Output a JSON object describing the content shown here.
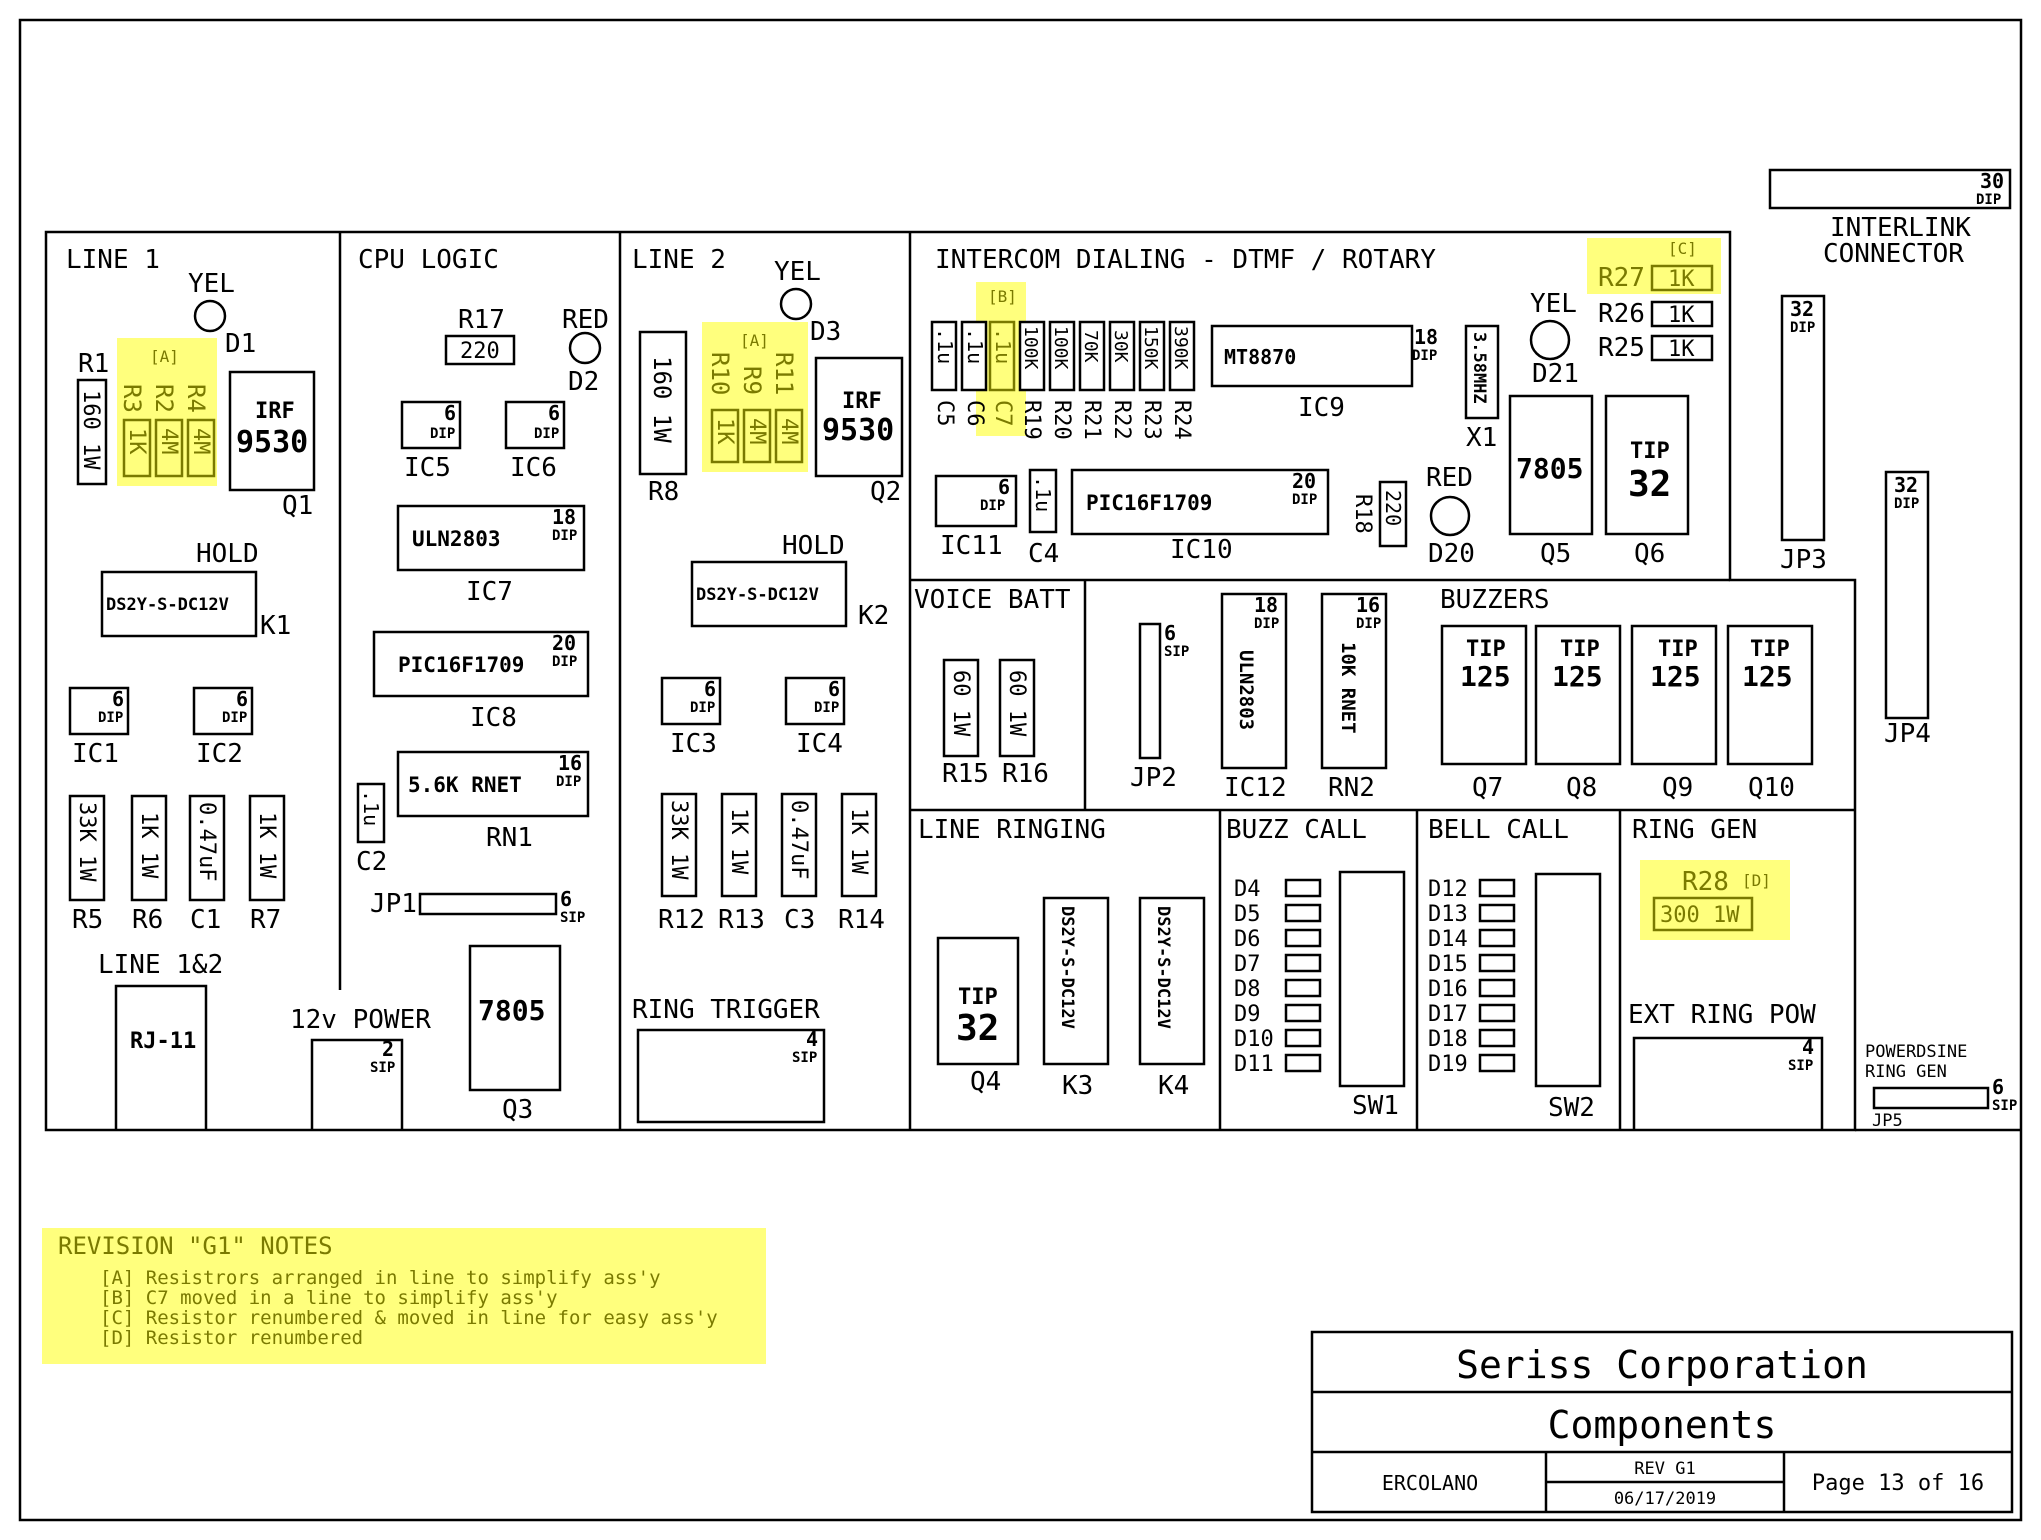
{
  "sections": {
    "line1": "LINE 1",
    "cpu_logic": "CPU LOGIC",
    "line2": "LINE 2",
    "intercom": "INTERCOM DIALING - DTMF / ROTARY",
    "interlink": [
      "INTERLINK",
      "CONNECTOR"
    ],
    "voice_batt": "VOICE BATT",
    "buzzers": "BUZZERS",
    "line_ringing": "LINE RINGING",
    "buzz_call": "BUZZ CALL",
    "bell_call": "BELL CALL",
    "ring_gen": "RING GEN",
    "ext_ring_pow": "EXT RING POW",
    "powerdsine": [
      "POWERDSINE",
      "RING GEN"
    ],
    "line12": "LINE 1&2",
    "power12v": "12v POWER",
    "ring_trigger": "RING TRIGGER",
    "hold": "HOLD"
  },
  "parts": {
    "yel": "YEL",
    "red": "RED",
    "d1": "D1",
    "d2": "D2",
    "d3": "D3",
    "d20": "D20",
    "d21": "D21",
    "r1": "R1",
    "r2": "R2",
    "r3": "R3",
    "r4": "R4",
    "r5": "R5",
    "r6": "R6",
    "r7": "R7",
    "r8": "R8",
    "r9": "R9",
    "r10": "R10",
    "r11": "R11",
    "r12": "R12",
    "r13": "R13",
    "r14": "R14",
    "r15": "R15",
    "r16": "R16",
    "r17": "R17",
    "r18": "R18",
    "r19": "R19",
    "r20": "R20",
    "r21": "R21",
    "r22": "R22",
    "r23": "R23",
    "r24": "R24",
    "r25": "R25",
    "r26": "R26",
    "r27": "R27",
    "r28": "R28",
    "c1": "C1",
    "c2": "C2",
    "c3": "C3",
    "c4": "C4",
    "c5": "C5",
    "c6": "C6",
    "c7": "C7",
    "q1": "Q1",
    "q2": "Q2",
    "q3": "Q3",
    "q4": "Q4",
    "q5": "Q5",
    "q6": "Q6",
    "q7": "Q7",
    "q8": "Q8",
    "q9": "Q9",
    "q10": "Q10",
    "ic1": "IC1",
    "ic2": "IC2",
    "ic3": "IC3",
    "ic4": "IC4",
    "ic5": "IC5",
    "ic6": "IC6",
    "ic7": "IC7",
    "ic8": "IC8",
    "ic9": "IC9",
    "ic10": "IC10",
    "ic11": "IC11",
    "ic12": "IC12",
    "k1": "K1",
    "k2": "K2",
    "k3": "K3",
    "k4": "K4",
    "rn1": "RN1",
    "rn2": "RN2",
    "jp1": "JP1",
    "jp2": "JP2",
    "jp3": "JP3",
    "jp4": "JP4",
    "jp5": "JP5",
    "x1": "X1",
    "sw1": "SW1",
    "sw2": "SW2",
    "buzz_diodes": [
      "D4",
      "D5",
      "D6",
      "D7",
      "D8",
      "D9",
      "D10",
      "D11"
    ],
    "bell_diodes": [
      "D12",
      "D13",
      "D14",
      "D15",
      "D16",
      "D17",
      "D18",
      "D19"
    ]
  },
  "values": {
    "r160": "160 1W",
    "k1": "1K",
    "m4": "4M",
    "irf": "IRF",
    "irf_num": "9530",
    "ds2y": "DS2Y-S-DC12V",
    "dip6": "6",
    "dip": "DIP",
    "sip": "SIP",
    "dip18": "18",
    "dip20": "20",
    "dip16": "16",
    "dip32": "32",
    "dip30": "30",
    "sip2": "2",
    "sip4": "4",
    "sip6": "6",
    "r33k": "33K 1W",
    "r1k1w": "1K 1W",
    "c047": "0.47uF",
    "r220": "220",
    "uln": "ULN2803",
    "pic": "PIC16F1709",
    "rnet56": "5.6K RNET",
    "rnet10": "10K RNET",
    "cap1u": ".1u",
    "reg7805": "7805",
    "rj11": "RJ-11",
    "tip": "TIP",
    "tip32": "32",
    "tip125": "125",
    "r100k": "100K",
    "r70k": "70K",
    "r30k": "30K",
    "r150k": "150K",
    "r390k": "390K",
    "mt8870": "MT8870",
    "xtal": "3.58MHZ",
    "r601w": "60 1W",
    "r3001w": "300 1W"
  },
  "marks": {
    "a": "[A]",
    "b": "[B]",
    "c": "[C]",
    "d": "[D]"
  },
  "notes": {
    "title": "REVISION \"G1\" NOTES",
    "items": [
      "[A] Resistrors arranged in line to simplify ass'y",
      "[B] C7 moved in a line to simplify ass'y",
      "[C] Resistor renumbered & moved in line for easy ass'y",
      "[D] Resistor renumbered"
    ]
  },
  "titleblock": {
    "company": "Seriss Corporation",
    "sheet": "Components",
    "author": "ERCOLANO",
    "rev": "REV G1",
    "date": "06/17/2019",
    "page": "Page 13 of 16"
  }
}
